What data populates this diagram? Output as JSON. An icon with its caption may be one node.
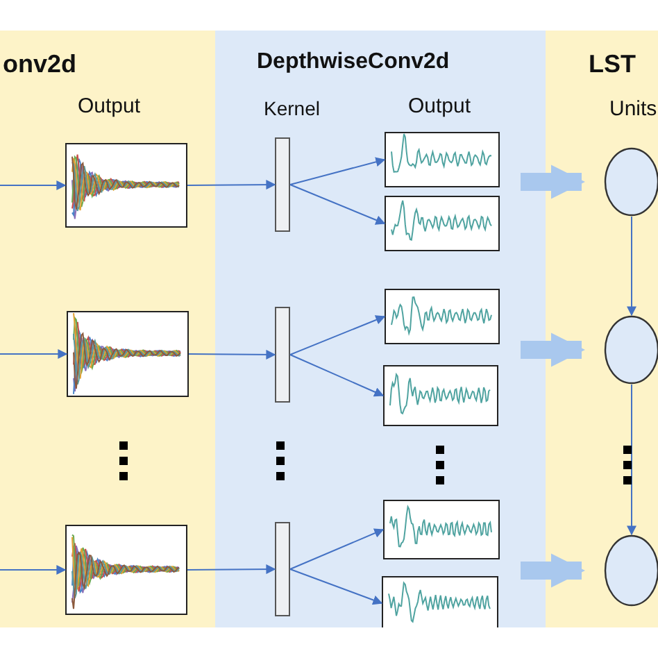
{
  "diagram": {
    "nodes": [
      {
        "text": [
          "onv2d",
          "Output"
        ]
      },
      {
        "text": [
          "DepthwiseConv2d",
          "Kernel",
          "Output"
        ]
      },
      {
        "text": [
          "LST",
          "Units"
        ]
      },
      {
        "text": [],
        "shape": "picture",
        "in": 0
      },
      {
        "text": [],
        "shape": "picture",
        "in": 0
      },
      {
        "text": [],
        "shape": "picture",
        "in": 0
      },
      {
        "text": [],
        "shape": "bar",
        "in": 1
      },
      {
        "text": [],
        "shape": "bar",
        "in": 1
      },
      {
        "text": [],
        "shape": "bar",
        "in": 1
      },
      {
        "text": [],
        "shape": "picture",
        "in": 1
      },
      {
        "text": [],
        "shape": "picture",
        "in": 1
      },
      {
        "text": [],
        "shape": "picture",
        "in": 1
      },
      {
        "text": [],
        "shape": "picture",
        "in": 1
      },
      {
        "text": [],
        "shape": "picture",
        "in": 1
      },
      {
        "text": [],
        "shape": "picture",
        "in": 1
      },
      {
        "text": [],
        "shape": "circle",
        "in": 2
      },
      {
        "text": [],
        "shape": "circle",
        "in": 2
      },
      {
        "text": [],
        "shape": "circle",
        "in": 2
      }
    ],
    "edges": [
      {
        "from": null,
        "to": 3,
        "arrow": "to"
      },
      {
        "from": null,
        "to": 4,
        "arrow": "to"
      },
      {
        "from": null,
        "to": 5,
        "arrow": "to"
      },
      {
        "from": 3,
        "to": 6,
        "arrow": "to"
      },
      {
        "from": 4,
        "to": 7,
        "arrow": "to"
      },
      {
        "from": 5,
        "to": 8,
        "arrow": "to"
      },
      {
        "from": 6,
        "to": 9,
        "arrow": "to"
      },
      {
        "from": 6,
        "to": 10,
        "arrow": "to"
      },
      {
        "from": 7,
        "to": 11,
        "arrow": "to"
      },
      {
        "from": 7,
        "to": 12,
        "arrow": "to"
      },
      {
        "from": 8,
        "to": 13,
        "arrow": "to"
      },
      {
        "from": 8,
        "to": 14,
        "arrow": "to"
      },
      {
        "from": null,
        "to": 15,
        "arrow": "to",
        "style": "thick",
        "color": "#a9c8ee"
      },
      {
        "from": null,
        "to": 16,
        "arrow": "to",
        "style": "thick",
        "color": "#a9c8ee"
      },
      {
        "from": null,
        "to": 17,
        "arrow": "to",
        "style": "thick",
        "color": "#a9c8ee"
      },
      {
        "from": 15,
        "to": 16,
        "arrow": "to"
      },
      {
        "from": 16,
        "to": 17,
        "arrow": "to"
      }
    ]
  }
}
